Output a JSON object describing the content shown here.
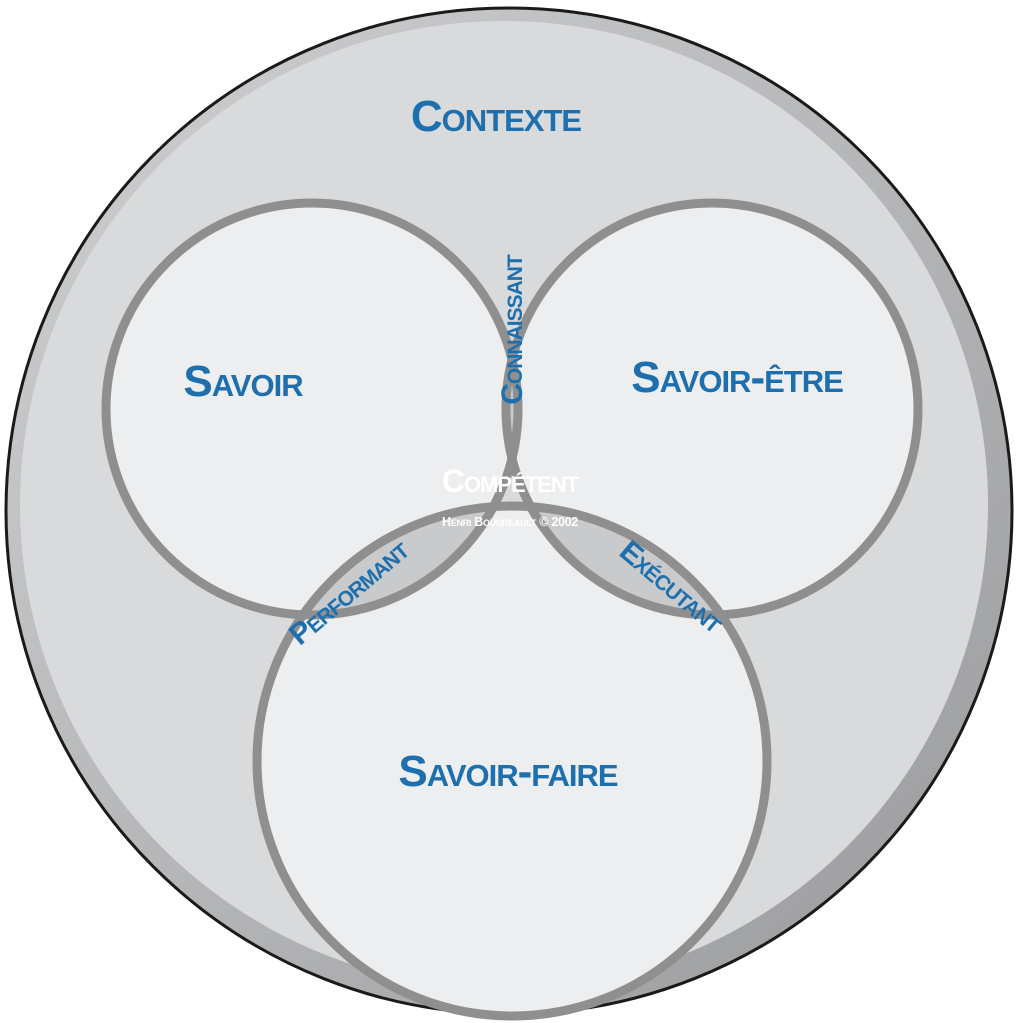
{
  "diagram": {
    "outer_label": "Contexte",
    "circles": {
      "top_left": "Savoir",
      "top_right": "Savoir-être",
      "bottom": "Savoir-faire"
    },
    "pairwise": {
      "savoir_savoir_etre": "Connaissant",
      "savoir_savoir_faire": "Performant",
      "savoir_etre_savoir_faire": "Exécutant"
    },
    "center": {
      "label": "Compétent",
      "credit": "Henri Boudreault © 2002"
    },
    "colors": {
      "label_blue": "#1e6fae",
      "outer_fill": "#d8d9da",
      "outer_rim": "#a6a7a9",
      "circle_fill": "#eceeef",
      "ring_stroke": "#8f8f8f",
      "pair_fill": "#c7c9cb",
      "center_fill": "#8a8a8b"
    }
  }
}
